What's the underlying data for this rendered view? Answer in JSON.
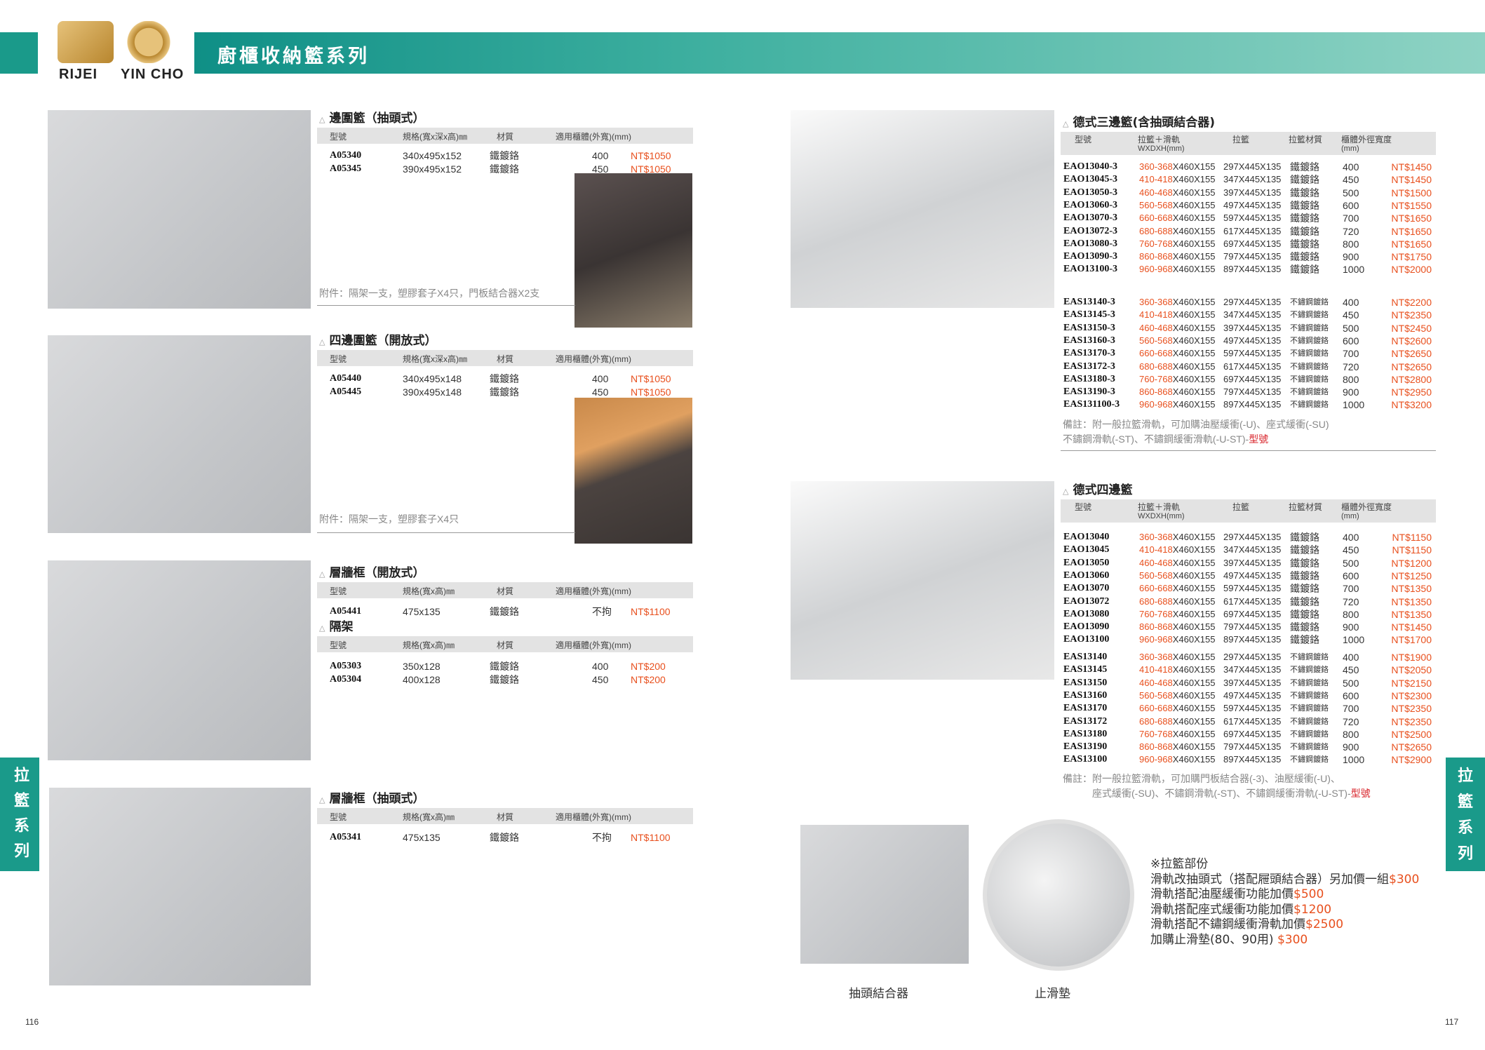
{
  "header": {
    "title": "廚櫃收納籃系列",
    "brands": [
      "RIJEI",
      "YIN CHO"
    ]
  },
  "side_tab": "拉籃系列",
  "side_tab_chars": [
    "拉",
    "籃",
    "系",
    "列"
  ],
  "page_numbers": {
    "left": "116",
    "right": "117"
  },
  "colors": {
    "teal": "#1a9a8a",
    "price": "#e8501e",
    "red": "#d8232a"
  },
  "left_sections": [
    {
      "title": "邊圍籃（抽頭式）",
      "headers": [
        "型號",
        "規格(寬x深x高)㎜",
        "材質",
        "適用櫃體(外寬)(mm)"
      ],
      "rows": [
        [
          "A05340",
          "340x495x152",
          "鐵鍍鉻",
          "400",
          "NT$1050"
        ],
        [
          "A05345",
          "390x495x152",
          "鐵鍍鉻",
          "450",
          "NT$1050"
        ]
      ],
      "note": "附件：隔架一支，塑膠套子X4只，門板結合器X2支"
    },
    {
      "title": "四邊圍籃（開放式）",
      "headers": [
        "型號",
        "規格(寬x深x高)㎜",
        "材質",
        "適用櫃體(外寬)(mm)"
      ],
      "rows": [
        [
          "A05440",
          "340x495x148",
          "鐵鍍鉻",
          "400",
          "NT$1050"
        ],
        [
          "A05445",
          "390x495x148",
          "鐵鍍鉻",
          "450",
          "NT$1050"
        ]
      ],
      "note": "附件：隔架一支，塑膠套子X4只"
    },
    {
      "title": "層牆框（開放式）",
      "headers": [
        "型號",
        "規格(寬x高)㎜",
        "材質",
        "適用櫃體(外寬)(mm)"
      ],
      "rows": [
        [
          "A05441",
          "475x135",
          "鐵鍍鉻",
          "不拘",
          "NT$1100"
        ]
      ]
    },
    {
      "title": "隔架",
      "headers": [
        "型號",
        "規格(寬x高)㎜",
        "材質",
        "適用櫃體(外寬)(mm)"
      ],
      "rows": [
        [
          "A05303",
          "350x128",
          "鐵鍍鉻",
          "400",
          "NT$200"
        ],
        [
          "A05304",
          "400x128",
          "鐵鍍鉻",
          "450",
          "NT$200"
        ]
      ]
    },
    {
      "title": "層牆框（抽頭式）",
      "headers": [
        "型號",
        "規格(寬x高)㎜",
        "材質",
        "適用櫃體(外寬)(mm)"
      ],
      "rows": [
        [
          "A05341",
          "475x135",
          "鐵鍍鉻",
          "不拘",
          "NT$1100"
        ]
      ]
    }
  ],
  "right_sections": [
    {
      "title": "德式三邊籃(含抽頭結合器)",
      "headers": [
        "型號",
        "拉籃＋滑軌",
        "WXDXH(mm)",
        "拉籃",
        "拉籃材質",
        "櫃體外徑寬度",
        "(mm)"
      ],
      "groups": [
        [
          [
            "EAO13040-3",
            "360-368",
            "X460X155",
            "297X445X135",
            "鐵鍍鉻",
            "400",
            "NT$1450"
          ],
          [
            "EAO13045-3",
            "410-418",
            "X460X155",
            "347X445X135",
            "鐵鍍鉻",
            "450",
            "NT$1450"
          ],
          [
            "EAO13050-3",
            "460-468",
            "X460X155",
            "397X445X135",
            "鐵鍍鉻",
            "500",
            "NT$1500"
          ],
          [
            "EAO13060-3",
            "560-568",
            "X460X155",
            "497X445X135",
            "鐵鍍鉻",
            "600",
            "NT$1550"
          ],
          [
            "EAO13070-3",
            "660-668",
            "X460X155",
            "597X445X135",
            "鐵鍍鉻",
            "700",
            "NT$1650"
          ],
          [
            "EAO13072-3",
            "680-688",
            "X460X155",
            "617X445X135",
            "鐵鍍鉻",
            "720",
            "NT$1650"
          ],
          [
            "EAO13080-3",
            "760-768",
            "X460X155",
            "697X445X135",
            "鐵鍍鉻",
            "800",
            "NT$1650"
          ],
          [
            "EAO13090-3",
            "860-868",
            "X460X155",
            "797X445X135",
            "鐵鍍鉻",
            "900",
            "NT$1750"
          ],
          [
            "EAO13100-3",
            "960-968",
            "X460X155",
            "897X445X135",
            "鐵鍍鉻",
            "1000",
            "NT$2000"
          ]
        ],
        [
          [
            "EAS13140-3",
            "360-368",
            "X460X155",
            "297X445X135",
            "不鏽鋼鍍鉻",
            "400",
            "NT$2200"
          ],
          [
            "EAS13145-3",
            "410-418",
            "X460X155",
            "347X445X135",
            "不鏽鋼鍍鉻",
            "450",
            "NT$2350"
          ],
          [
            "EAS13150-3",
            "460-468",
            "X460X155",
            "397X445X135",
            "不鏽鋼鍍鉻",
            "500",
            "NT$2450"
          ],
          [
            "EAS13160-3",
            "560-568",
            "X460X155",
            "497X445X135",
            "不鏽鋼鍍鉻",
            "600",
            "NT$2600"
          ],
          [
            "EAS13170-3",
            "660-668",
            "X460X155",
            "597X445X135",
            "不鏽鋼鍍鉻",
            "700",
            "NT$2650"
          ],
          [
            "EAS13172-3",
            "680-688",
            "X460X155",
            "617X445X135",
            "不鏽鋼鍍鉻",
            "720",
            "NT$2650"
          ],
          [
            "EAS13180-3",
            "760-768",
            "X460X155",
            "697X445X135",
            "不鏽鋼鍍鉻",
            "800",
            "NT$2800"
          ],
          [
            "EAS13190-3",
            "860-868",
            "X460X155",
            "797X445X135",
            "不鏽鋼鍍鉻",
            "900",
            "NT$2950"
          ],
          [
            "EAS131100-3",
            "960-968",
            "X460X155",
            "897X445X135",
            "不鏽鋼鍍鉻",
            "1000",
            "NT$3200"
          ]
        ]
      ],
      "note_lines": [
        "備註：附一般拉籃滑軌，可加購油壓緩衝(-U)、座式緩衝(-SU)",
        "不鏽鋼滑軌(-ST)、不鏽鋼緩衝滑軌(-U-ST)-"
      ],
      "note_red": "型號"
    },
    {
      "title": "德式四邊籃",
      "headers": [
        "型號",
        "拉籃＋滑軌",
        "WXDXH(mm)",
        "拉籃",
        "拉籃材質",
        "櫃體外徑寬度",
        "(mm)"
      ],
      "groups": [
        [
          [
            "EAO13040",
            "360-368",
            "X460X155",
            "297X445X135",
            "鐵鍍鉻",
            "400",
            "NT$1150"
          ],
          [
            "EAO13045",
            "410-418",
            "X460X155",
            "347X445X135",
            "鐵鍍鉻",
            "450",
            "NT$1150"
          ],
          [
            "EAO13050",
            "460-468",
            "X460X155",
            "397X445X135",
            "鐵鍍鉻",
            "500",
            "NT$1200"
          ],
          [
            "EAO13060",
            "560-568",
            "X460X155",
            "497X445X135",
            "鐵鍍鉻",
            "600",
            "NT$1250"
          ],
          [
            "EAO13070",
            "660-668",
            "X460X155",
            "597X445X135",
            "鐵鍍鉻",
            "700",
            "NT$1350"
          ],
          [
            "EAO13072",
            "680-688",
            "X460X155",
            "617X445X135",
            "鐵鍍鉻",
            "720",
            "NT$1350"
          ],
          [
            "EAO13080",
            "760-768",
            "X460X155",
            "697X445X135",
            "鐵鍍鉻",
            "800",
            "NT$1350"
          ],
          [
            "EAO13090",
            "860-868",
            "X460X155",
            "797X445X135",
            "鐵鍍鉻",
            "900",
            "NT$1450"
          ],
          [
            "EAO13100",
            "960-968",
            "X460X155",
            "897X445X135",
            "鐵鍍鉻",
            "1000",
            "NT$1700"
          ]
        ],
        [
          [
            "EAS13140",
            "360-368",
            "X460X155",
            "297X445X135",
            "不鏽鋼鍍鉻",
            "400",
            "NT$1900"
          ],
          [
            "EAS13145",
            "410-418",
            "X460X155",
            "347X445X135",
            "不鏽鋼鍍鉻",
            "450",
            "NT$2050"
          ],
          [
            "EAS13150",
            "460-468",
            "X460X155",
            "397X445X135",
            "不鏽鋼鍍鉻",
            "500",
            "NT$2150"
          ],
          [
            "EAS13160",
            "560-568",
            "X460X155",
            "497X445X135",
            "不鏽鋼鍍鉻",
            "600",
            "NT$2300"
          ],
          [
            "EAS13170",
            "660-668",
            "X460X155",
            "597X445X135",
            "不鏽鋼鍍鉻",
            "700",
            "NT$2350"
          ],
          [
            "EAS13172",
            "680-688",
            "X460X155",
            "617X445X135",
            "不鏽鋼鍍鉻",
            "720",
            "NT$2350"
          ],
          [
            "EAS13180",
            "760-768",
            "X460X155",
            "697X445X135",
            "不鏽鋼鍍鉻",
            "800",
            "NT$2500"
          ],
          [
            "EAS13190",
            "860-868",
            "X460X155",
            "797X445X135",
            "不鏽鋼鍍鉻",
            "900",
            "NT$2650"
          ],
          [
            "EAS13100",
            "960-968",
            "X460X155",
            "897X445X135",
            "不鏽鋼鍍鉻",
            "1000",
            "NT$2900"
          ]
        ]
      ],
      "note_lines": [
        "備註：附一般拉籃滑軌，可加購門板結合器(-3)、油壓緩衝(-U)、",
        "　　　座式緩衝(-SU)、不鏽鋼滑軌(-ST)、不鏽鋼緩衝滑軌(-U-ST)-"
      ],
      "note_red": "型號"
    }
  ],
  "accessories": {
    "captions": [
      "抽頭結合器",
      "止滑墊"
    ],
    "addon_title": "※拉籃部份",
    "addons": [
      [
        "滑軌改抽頭式（搭配屜頭結合器）另加價一組",
        "$300"
      ],
      [
        "滑軌搭配油壓緩衝功能加價",
        "$500"
      ],
      [
        "滑軌搭配座式緩衝功能加價",
        "$1200"
      ],
      [
        "滑軌搭配不鏽鋼緩衝滑軌加價",
        "$2500"
      ],
      [
        "加購止滑墊(80、90用) ",
        "$300"
      ]
    ]
  }
}
